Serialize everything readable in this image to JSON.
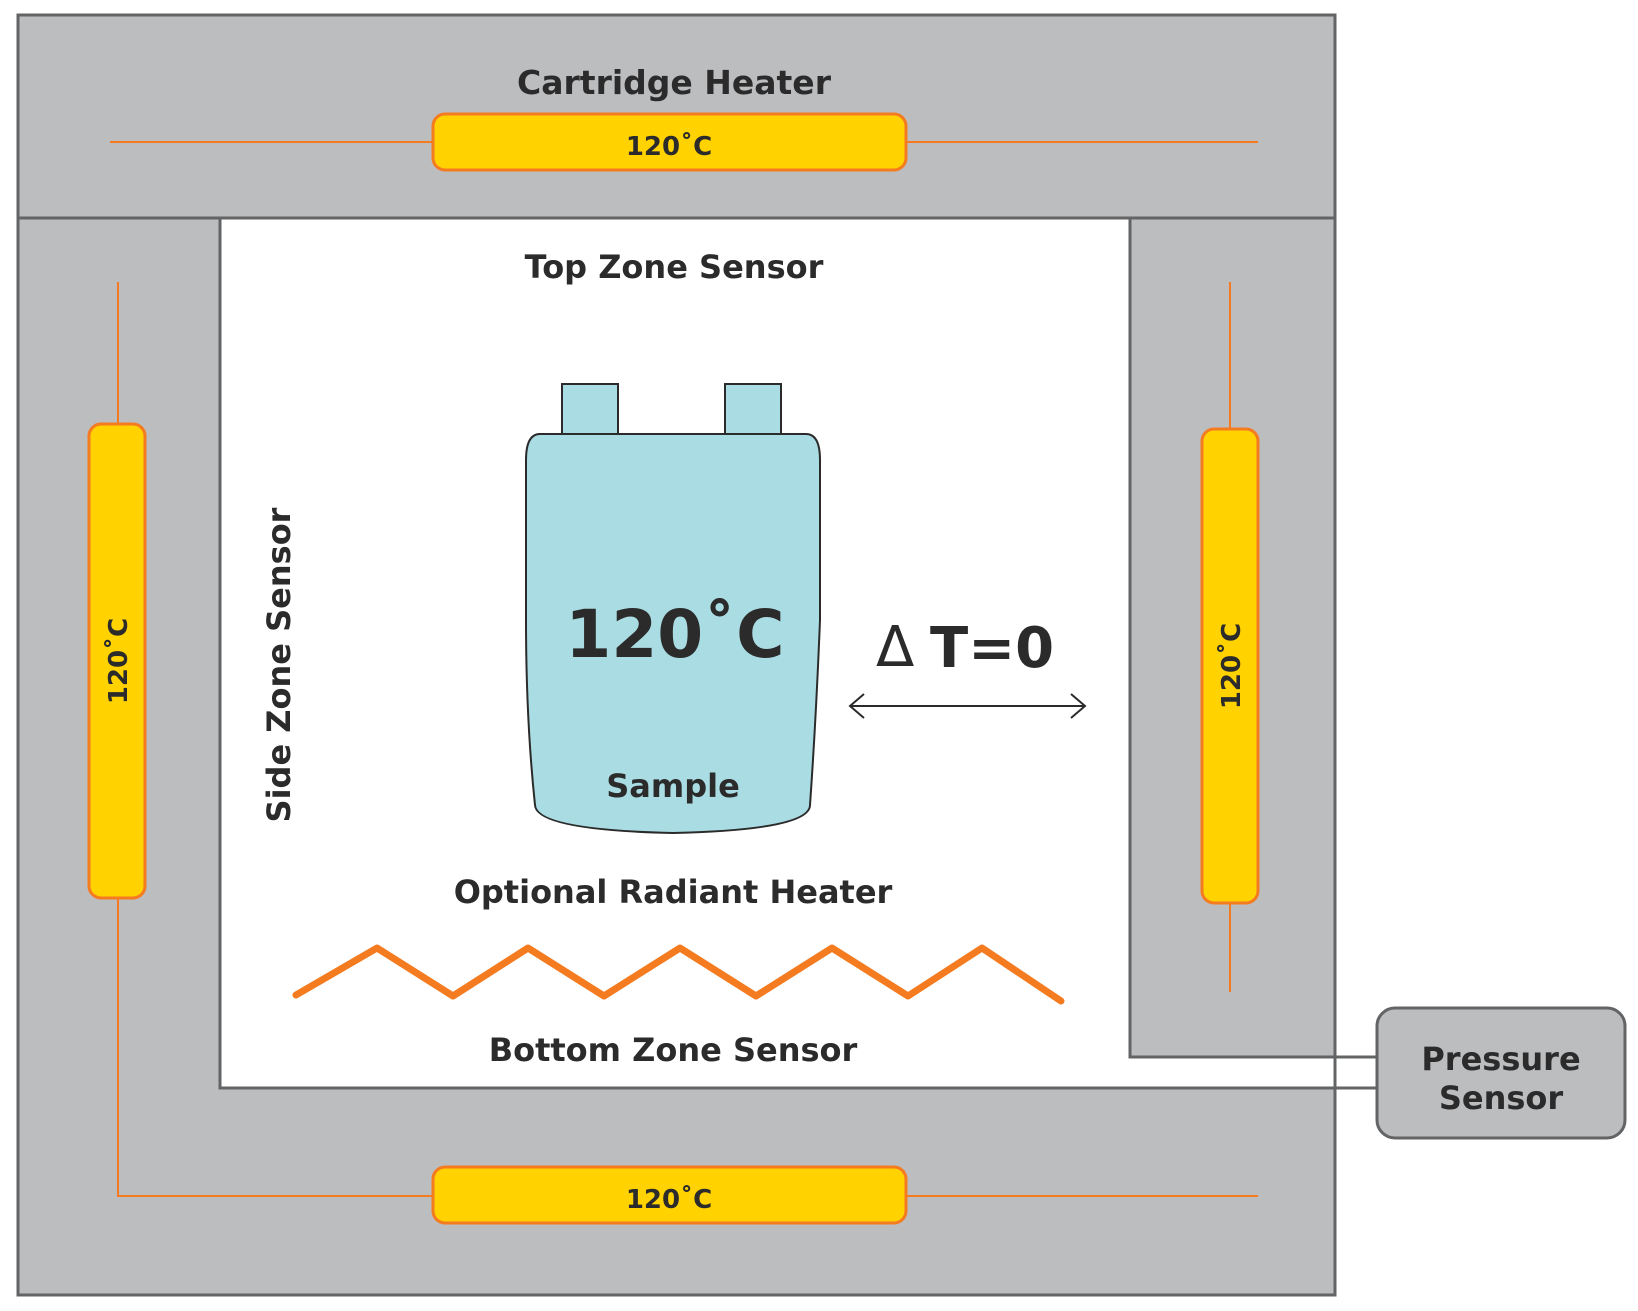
{
  "labels": {
    "cartridge_heater": "Cartridge Heater",
    "top_zone_sensor": "Top Zone Sensor",
    "side_zone_sensor": "Side Zone Sensor",
    "bottom_zone_sensor": "Bottom Zone Sensor",
    "optional_radiant_heater": "Optional Radiant Heater",
    "sample": "Sample",
    "pressure_sensor_line1": "Pressure",
    "pressure_sensor_line2": "Sensor"
  },
  "heaters": {
    "top": "120˚C",
    "left": "120˚C",
    "right": "120˚C",
    "bottom": "120˚C"
  },
  "sample_temperature": "120˚C",
  "delta_t": "T=0",
  "delta_symbol": "Δ",
  "colors": {
    "wall": "#bcbdbf",
    "wall_border": "#636466",
    "heater_fill": "#ffd200",
    "heater_border": "#f47b20",
    "wire": "#f47b20",
    "sample": "#aadde3",
    "text": "#2b2b2b"
  }
}
